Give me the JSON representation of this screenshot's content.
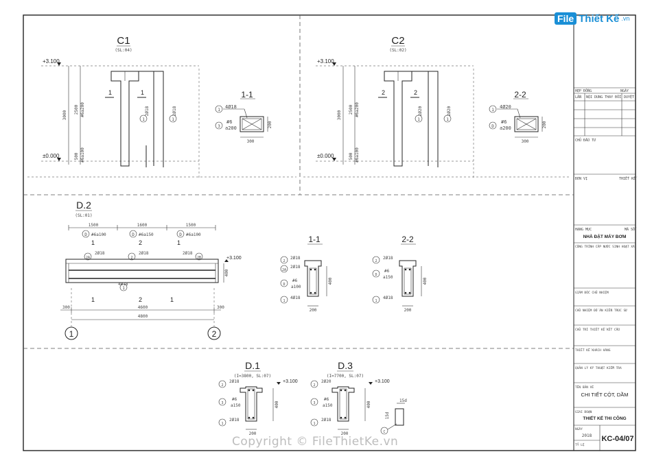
{
  "logo": {
    "mark": "File",
    "name": "Thiết Kế",
    "suffix": ".vn"
  },
  "watermark": "Copyright © FileThietKe.vn",
  "columns": {
    "c1": {
      "title": "C1",
      "sub": "(SL:04)",
      "level_top": "+3.100",
      "level_bot": "±0.000",
      "d_total": "3000",
      "d_up": "2500",
      "d_low": "500",
      "stirrup_up": "#6a200",
      "stirrup_low": "#6a100",
      "cut": "1",
      "bar_a": "2Ø18",
      "bar_b": "2Ø18",
      "bar_a_tag": "1",
      "bar_b_tag": "1"
    },
    "c2": {
      "title": "C2",
      "sub": "(SL:02)",
      "level_top": "+3.100",
      "level_bot": "±0.000",
      "d_total": "3000",
      "d_up": "2500",
      "d_low": "500",
      "stirrup_up": "#6a200",
      "stirrup_low": "#6a100",
      "cut": "2",
      "bar_a": "2Ø20",
      "bar_b": "2Ø20",
      "bar_a_tag": "1",
      "bar_b_tag": "1"
    }
  },
  "sections_col": {
    "s11": {
      "title": "1-1",
      "tag1": "1",
      "bar1": "4Ø18",
      "tag2": "3",
      "stir": "#6",
      "spacing": "a200",
      "w": "300",
      "h": "200"
    },
    "s22": {
      "title": "2-2",
      "tag1": "1",
      "bar1": "4Ø20",
      "tag2": "D",
      "stir": "#6",
      "spacing": "a200",
      "w": "300",
      "h": "200"
    }
  },
  "beam_d2": {
    "title": "D.2",
    "sub": "(SL:01)",
    "spans": [
      "1500",
      "1600",
      "1500"
    ],
    "stirrups": [
      "#6a100",
      "#6a150",
      "#6a100"
    ],
    "stirrup_tags": [
      "D",
      "D",
      "D"
    ],
    "cut_marks": [
      "1",
      "2",
      "1"
    ],
    "top_bars": [
      {
        "tag": "2A",
        "label": "2Ø18"
      },
      {
        "tag": "2",
        "label": "2Ø18"
      },
      {
        "tag": "2B",
        "label": "2Ø18"
      }
    ],
    "bottom_bar": {
      "tag": "1",
      "label": "4Ø18"
    },
    "level": "+3.100",
    "height": "400",
    "dims": [
      "300",
      "4600",
      "300"
    ],
    "total": "4800",
    "axes": [
      "1",
      "2"
    ]
  },
  "sections_beam": {
    "s11": {
      "title": "1-1",
      "rows": [
        {
          "tag": "2",
          "label": "2Ø18"
        },
        {
          "tag": "2A",
          "label": "2Ø18"
        },
        {
          "tag": "D",
          "label": "#6"
        },
        {
          "tag": "",
          "label": "a100"
        },
        {
          "tag": "1",
          "label": "4Ø18"
        }
      ],
      "h": "400",
      "w": "200"
    },
    "s22": {
      "title": "2-2",
      "rows": [
        {
          "tag": "2",
          "label": "2Ø18"
        },
        {
          "tag": "D",
          "label": "#6"
        },
        {
          "tag": "",
          "label": "a150"
        },
        {
          "tag": "1",
          "label": "4Ø18"
        }
      ],
      "h": "400",
      "w": "200"
    }
  },
  "beam_d1": {
    "title": "D.1",
    "sub": "(I=3800, SL:07)",
    "rows": [
      {
        "tag": "2",
        "label": "2Ø18"
      },
      {
        "tag": "3",
        "label": "#6"
      },
      {
        "tag": "",
        "label": "a150"
      },
      {
        "tag": "1",
        "label": "2Ø18"
      }
    ],
    "level": "+3.100",
    "h": "400",
    "w": "200"
  },
  "beam_d3": {
    "title": "D.3",
    "sub": "(I=7700, SL:07)",
    "rows": [
      {
        "tag": "2",
        "label": "2Ø20"
      },
      {
        "tag": "3",
        "label": "#6"
      },
      {
        "tag": "",
        "label": "a150"
      },
      {
        "tag": "1",
        "label": "2Ø18"
      }
    ],
    "level": "+3.100",
    "h": "400",
    "w": "200",
    "hook_tag": "C",
    "hook_a": "15d",
    "hook_b": "15d"
  },
  "title_block": {
    "r1a": "HỢP ĐỒNG",
    "r1b": "NGÀY",
    "r2a": "LẦN",
    "r2b": "NỘI DUNG THAY ĐỔI",
    "r2c": "DUYỆT",
    "owner": "CHỦ ĐẦU TƯ",
    "designer": "ĐƠN VỊ",
    "designer_b": "THIẾT KẾ",
    "project_hdr": "HẠNG MỤC",
    "project_hdr_b": "MÃ SỐ",
    "project": "NHÀ ĐẶT MÁY BƠM",
    "project_loc": "CÔNG TRÌNH CẤP NƯỚC SINH HOẠT XÃ",
    "role1": "GIÁM ĐỐC\nCHỦ NHIỆM",
    "role2": "CHỦ NHIỆM ĐỒ ÁN\nKIẾN TRÚC SƯ",
    "role3": "CHỦ TRÌ\nTHIẾT KẾ KẾT CẤU",
    "role4": "THIẾT KẾ\nKHÁCH HÀNG",
    "role5": "QUẢN LÝ KỸ THUẬT\nKIỂM TRA",
    "sheet_hdr": "TÊN BẢN VẼ",
    "sheet_name": "CHI TIẾT CỘT, DẦM",
    "phase_hdr": "GIAI ĐOẠN",
    "phase": "THIẾT KẾ THI CÔNG",
    "date_hdr": "NGÀY",
    "date": "2018",
    "scale_hdr": "TỶ LỆ",
    "code": "KC-04/07"
  }
}
